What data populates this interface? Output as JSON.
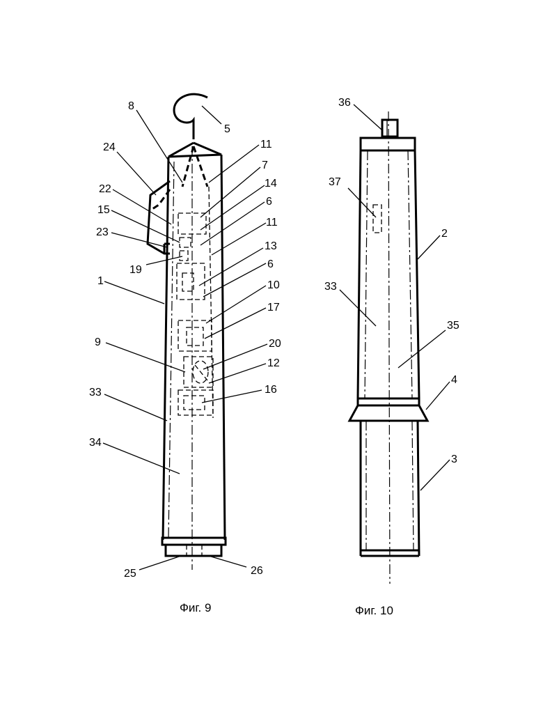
{
  "figures": [
    {
      "caption": "Фиг. 9",
      "labels": [
        "8",
        "5",
        "24",
        "11",
        "7",
        "22",
        "14",
        "15",
        "6",
        "11",
        "23",
        "13",
        "19",
        "6",
        "1",
        "10",
        "17",
        "9",
        "20",
        "12",
        "33",
        "16",
        "34",
        "25",
        "26"
      ]
    },
    {
      "caption": "Фиг. 10",
      "labels": [
        "36",
        "37",
        "2",
        "33",
        "35",
        "4",
        "3"
      ]
    }
  ]
}
